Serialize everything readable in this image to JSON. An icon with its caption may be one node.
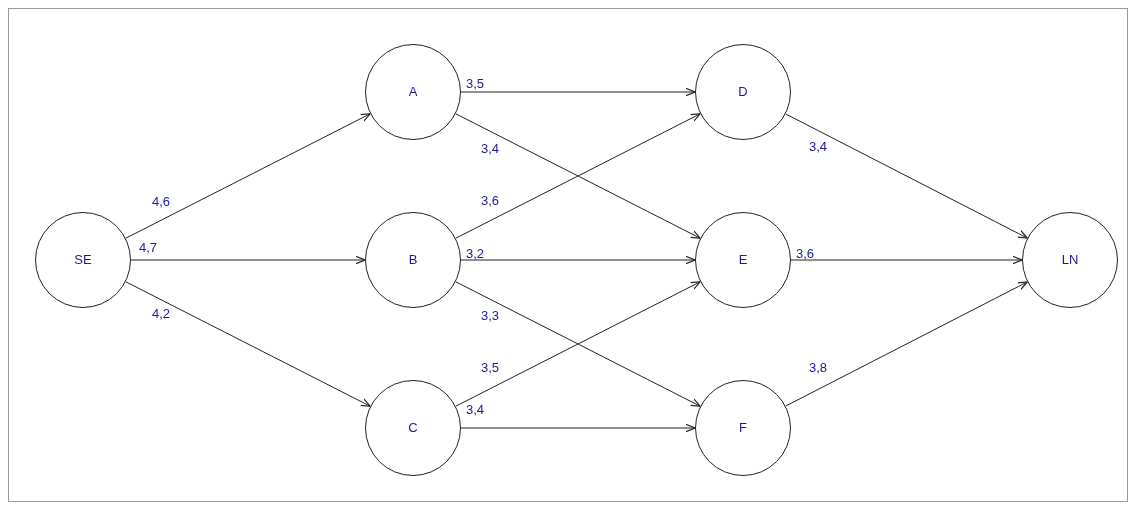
{
  "diagram": {
    "nodes": [
      {
        "text": [
          "SE"
        ]
      },
      {
        "text": [
          "A"
        ]
      },
      {
        "text": [
          "B"
        ]
      },
      {
        "text": [
          "C"
        ]
      },
      {
        "text": [
          "D"
        ]
      },
      {
        "text": [
          "E"
        ]
      },
      {
        "text": [
          "F"
        ]
      },
      {
        "text": [
          "LN"
        ]
      }
    ],
    "edges": [
      {
        "from": 0,
        "to": 1,
        "arrow": "to",
        "label": "4,6"
      },
      {
        "from": 0,
        "to": 2,
        "arrow": "to",
        "label": "4,7"
      },
      {
        "from": 0,
        "to": 3,
        "arrow": "to",
        "label": "4,2"
      },
      {
        "from": 1,
        "to": 4,
        "arrow": "to",
        "label": "3,5"
      },
      {
        "from": 1,
        "to": 5,
        "arrow": "to",
        "label": "3,4"
      },
      {
        "from": 2,
        "to": 4,
        "arrow": "to",
        "label": "3,6"
      },
      {
        "from": 2,
        "to": 5,
        "arrow": "to",
        "label": "3,2"
      },
      {
        "from": 2,
        "to": 6,
        "arrow": "to",
        "label": "3,3"
      },
      {
        "from": 3,
        "to": 5,
        "arrow": "to",
        "label": "3,5"
      },
      {
        "from": 3,
        "to": 6,
        "arrow": "to",
        "label": "3,4"
      },
      {
        "from": 4,
        "to": 7,
        "arrow": "to",
        "label": "3,4"
      },
      {
        "from": 5,
        "to": 7,
        "arrow": "to",
        "label": "3,6"
      },
      {
        "from": 6,
        "to": 7,
        "arrow": "to",
        "label": "3,8"
      }
    ]
  }
}
